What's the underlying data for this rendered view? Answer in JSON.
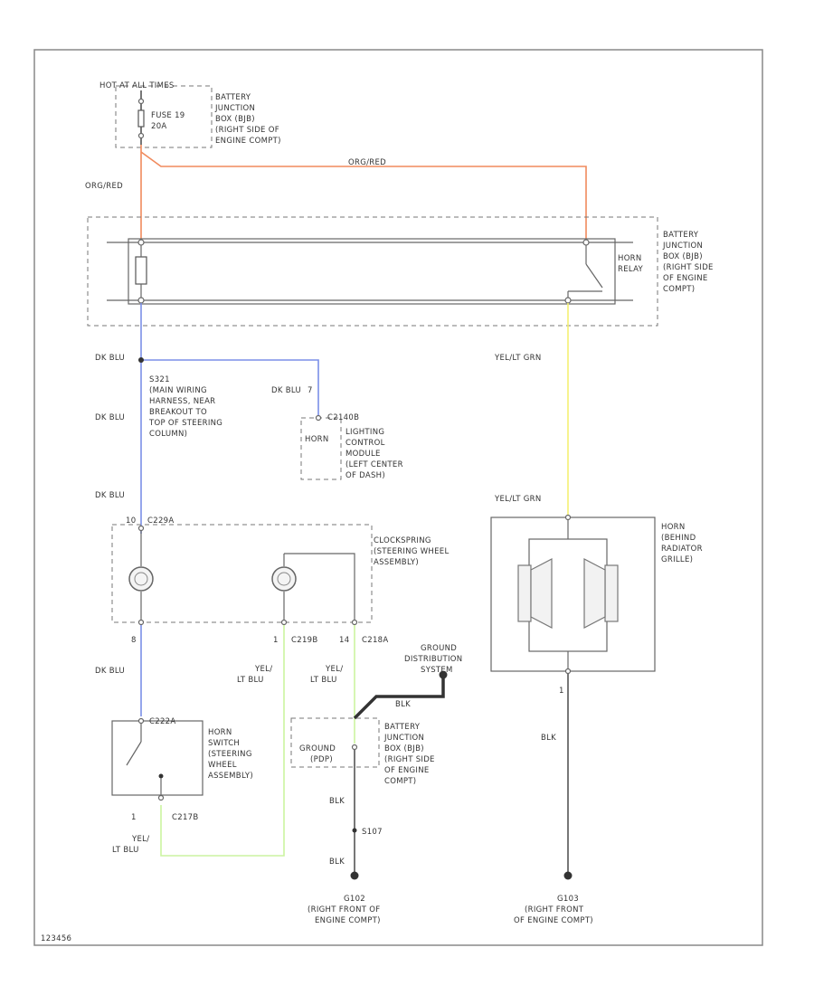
{
  "colors": {
    "orange": "#f08a5d",
    "blue": "#7b8fe8",
    "yellow": "#f5f073",
    "lightgreen": "#cbf3a0",
    "black": "#555555"
  },
  "fuse_panel": {
    "zone": "HOT AT ALL TIMES",
    "fuse_line1": "FUSE 19",
    "fuse_line2": "20A",
    "bjb1": "BATTERY",
    "bjb2": "JUNCTION",
    "bjb3": "BOX (BJB)",
    "bjb4": "(RIGHT SIDE OF",
    "bjb5": "ENGINE COMPT)"
  },
  "wires": {
    "org_red_top": "ORG/RED",
    "org_red_left": "ORG/RED",
    "dk_blu_1": "DK BLU",
    "dk_blu_2": "DK BLU",
    "dk_blu_3": "DK BLU",
    "dk_blu_4": "DK BLU",
    "dk_blu_lcm": "DK BLU",
    "yel_grn_1": "YEL/LT GRN",
    "yel_grn_2": "YEL/LT GRN",
    "yel_lt_blu_1a": "YEL/",
    "yel_lt_blu_1b": "LT BLU",
    "yel_lt_blu_2a": "YEL/",
    "yel_lt_blu_2b": "LT BLU",
    "yel_lt_blu_3a": "YEL/",
    "yel_lt_blu_3b": "LT BLU",
    "blk_1": "BLK",
    "blk_2": "BLK",
    "blk_3": "BLK",
    "blk_4": "BLK"
  },
  "relay": {
    "l1": "BATTERY",
    "l2": "JUNCTION",
    "l3": "BOX (BJB)",
    "l4": "(RIGHT SIDE",
    "l5": "OF ENGINE",
    "l6": "COMPT)",
    "label1": "HORN",
    "label2": "RELAY"
  },
  "splice": {
    "l1": "S321",
    "l2": "(MAIN WIRING",
    "l3": "HARNESS, NEAR",
    "l4": "BREAKOUT TO",
    "l5": "TOP OF STEERING",
    "l6": "COLUMN)"
  },
  "lcm": {
    "pin": "7",
    "connector": "C2140B",
    "horn": "HORN",
    "l1": "LIGHTING",
    "l2": "CONTROL",
    "l3": "MODULE",
    "l4": "(LEFT CENTER",
    "l5": "OF DASH)"
  },
  "clockspring": {
    "pin": "10",
    "connector": "C229A",
    "l1": "CLOCKSPRING",
    "l2": "(STEERING WHEEL",
    "l3": "ASSEMBLY)",
    "pin_b1": "8",
    "pin_b2": "1",
    "conn_b2": "C219B",
    "pin_b3": "14",
    "conn_b3": "C218A"
  },
  "horn": {
    "l1": "HORN",
    "l2": "(BEHIND",
    "l3": "RADIATOR",
    "l4": "GRILLE)",
    "pin_bottom": "1"
  },
  "horn_switch": {
    "connector": "C222A",
    "l1": "HORN",
    "l2": "SWITCH",
    "l3": "(STEERING",
    "l4": "WHEEL",
    "l5": "ASSEMBLY)",
    "pin": "1",
    "connector2": "C217B"
  },
  "ground_dist": {
    "l1": "GROUND",
    "l2": "DISTRIBUTION",
    "l3": "SYSTEM"
  },
  "bjb_ground": {
    "g1": "GROUND",
    "g2": "(PDP)",
    "l1": "BATTERY",
    "l2": "JUNCTION",
    "l3": "BOX (BJB)",
    "l4": "(RIGHT SIDE",
    "l5": "OF ENGINE",
    "l6": "COMPT)"
  },
  "splice2": "S107",
  "grounds": {
    "g102_id": "G102",
    "g102_l1": "(RIGHT FRONT OF",
    "g102_l2": "ENGINE COMPT)",
    "g103_id": "G103",
    "g103_l1": "(RIGHT FRONT",
    "g103_l2": "OF ENGINE COMPT)"
  },
  "figure_id": "123456"
}
